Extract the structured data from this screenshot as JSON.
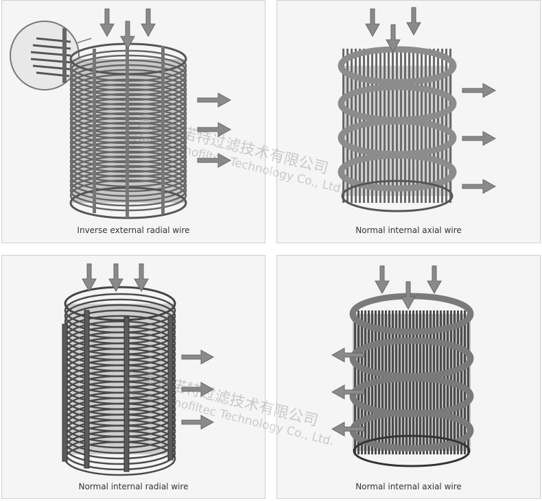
{
  "panels": [
    {
      "caption": "Inverse external radial wire"
    },
    {
      "caption": "Normal internal axial wire"
    },
    {
      "caption": "Normal internal radial wire"
    },
    {
      "caption": "Normal internal axial wire"
    }
  ],
  "watermark": {
    "chinese": "河南赛诺特过滤技术有限公司",
    "english": "Henan Sinofiltec Technology Co., Ltd."
  },
  "colors": {
    "panel_bg": "#f5f5f5",
    "metal_dark": "#555555",
    "metal_light": "#b5b5b5",
    "arrow": "#8a8a8a"
  }
}
